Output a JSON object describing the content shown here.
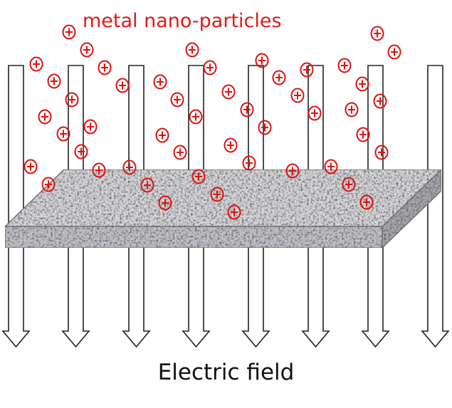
{
  "title": "metal nano-particles",
  "caption": "Electric field",
  "colors": {
    "particle": "#dd1111",
    "arrow_stroke": "#222222",
    "slab_light": "#d4d4d6",
    "slab_dark": "#6e6e74"
  },
  "icons": {
    "particle": "plus-circle-icon",
    "field_arrow": "arrow-down-icon"
  },
  "field_arrow_count": 8
}
